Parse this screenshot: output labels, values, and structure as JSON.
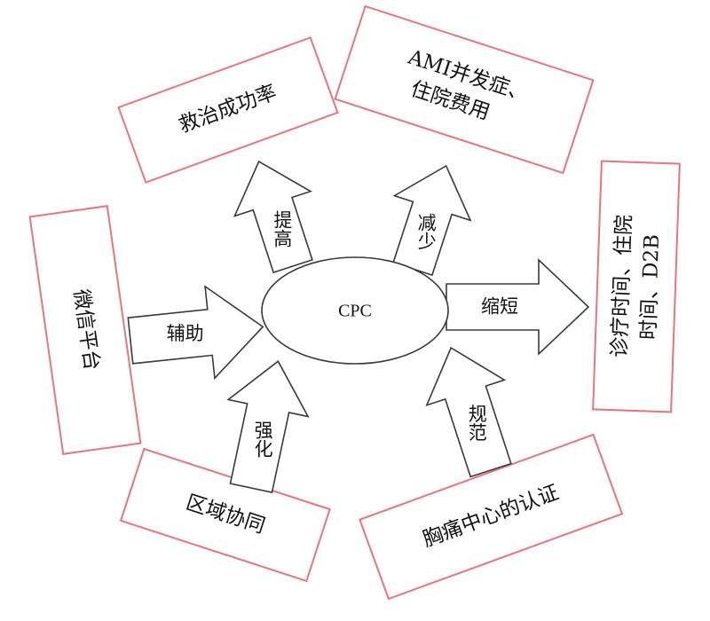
{
  "center": {
    "label": "CPC"
  },
  "boxes": {
    "success_rate": "救治成功率",
    "ami_cost_line1": "AMI并发症、",
    "ami_cost_line2": "住院费用",
    "time_line1": "诊疗时间、住院",
    "time_line2": "时间、D2B",
    "wechat": "微信平台",
    "regional": "区域协同",
    "certification": "胸痛中心的认证"
  },
  "arrows": {
    "improve": "提高",
    "reduce": "减少",
    "shorten": "缩短",
    "assist": "辅助",
    "strengthen": "强化",
    "standardize": "规范"
  },
  "colors": {
    "box_border": "#e8747f",
    "arrow_stroke": "#3a3a3a",
    "text": "#111111",
    "background": "#ffffff"
  }
}
